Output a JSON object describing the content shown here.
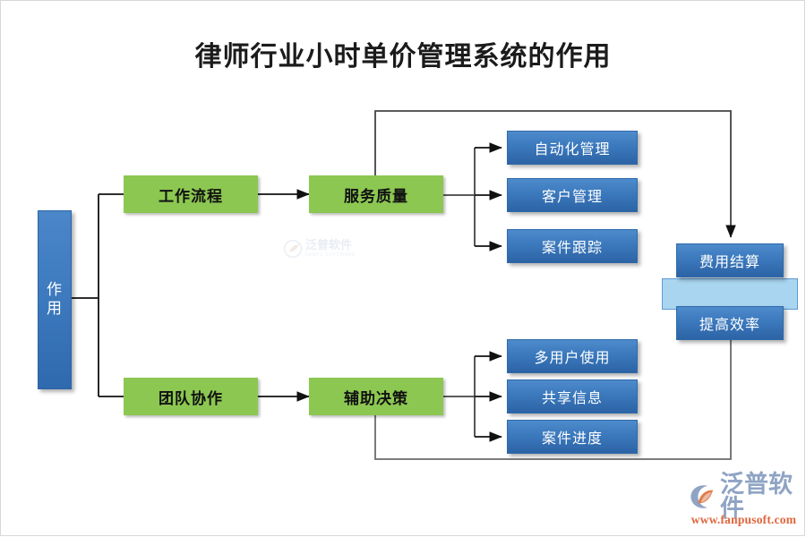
{
  "page": {
    "title": "律师行业小时单价管理系统的作用",
    "bg_color": "#ffffff"
  },
  "colors": {
    "green": "#8CC751",
    "blue_top": "#4e8bcc",
    "blue_bottom": "#2c63a5",
    "light_blue": "#A9D5F0",
    "light_blue_border": "#5B9BD5",
    "connector": "#3f3f3f",
    "logo_text": "#8FA4C4",
    "logo_url": "#E0663C"
  },
  "diagram": {
    "root": {
      "label": "作用",
      "chars": [
        "作",
        "用"
      ]
    },
    "branches": [
      {
        "stage1": "工作流程",
        "stage2": "服务质量",
        "leaves": [
          "自动化管理",
          "客户管理",
          "案件跟踪"
        ]
      },
      {
        "stage1": "团队协作",
        "stage2": "辅助决策",
        "leaves": [
          "多用户使用",
          "共享信息",
          "案件进度"
        ]
      }
    ],
    "outcomes": [
      "费用结算",
      "提高效率"
    ]
  },
  "watermark": {
    "cn": "泛普软件",
    "en": "FANPU SOFTWARE"
  },
  "logo": {
    "cn": "泛普软件",
    "url": "www.fanpusoft.com"
  }
}
